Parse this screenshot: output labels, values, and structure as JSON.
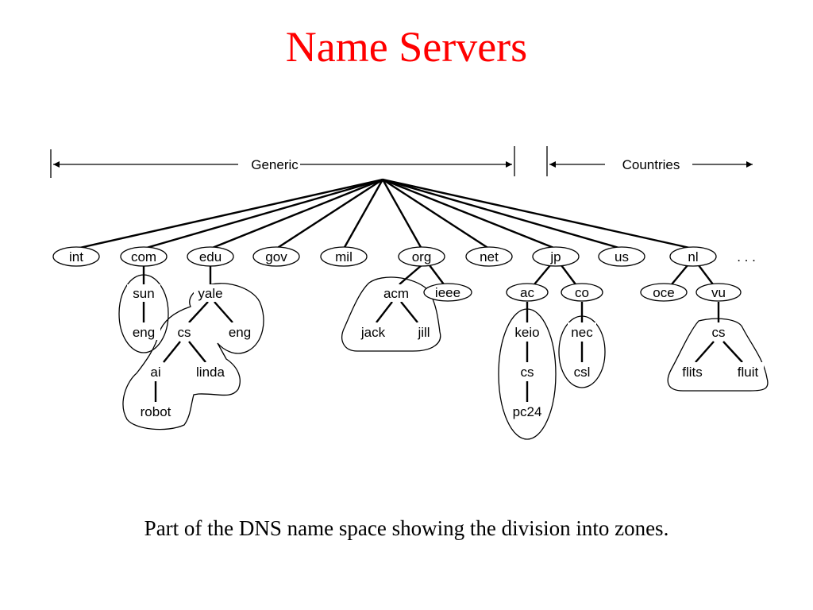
{
  "title": "Name Servers",
  "caption": "Part of the DNS name space showing the division into zones.",
  "labels": {
    "generic": "Generic",
    "countries": "Countries",
    "ellipsis": ". . ."
  },
  "nodes": {
    "int": "int",
    "com": "com",
    "edu": "edu",
    "gov": "gov",
    "mil": "mil",
    "org": "org",
    "net": "net",
    "jp": "jp",
    "us": "us",
    "nl": "nl",
    "sun": "sun",
    "sun_eng": "eng",
    "yale": "yale",
    "yale_eng": "eng",
    "yale_cs": "cs",
    "ai": "ai",
    "linda": "linda",
    "robot": "robot",
    "acm": "acm",
    "ieee": "ieee",
    "jack": "jack",
    "jill": "jill",
    "ac": "ac",
    "co": "co",
    "keio": "keio",
    "keio_cs": "cs",
    "pc24": "pc24",
    "nec": "nec",
    "csl": "csl",
    "oce": "oce",
    "vu": "vu",
    "vu_cs": "cs",
    "flits": "flits",
    "fluit": "fluit"
  }
}
